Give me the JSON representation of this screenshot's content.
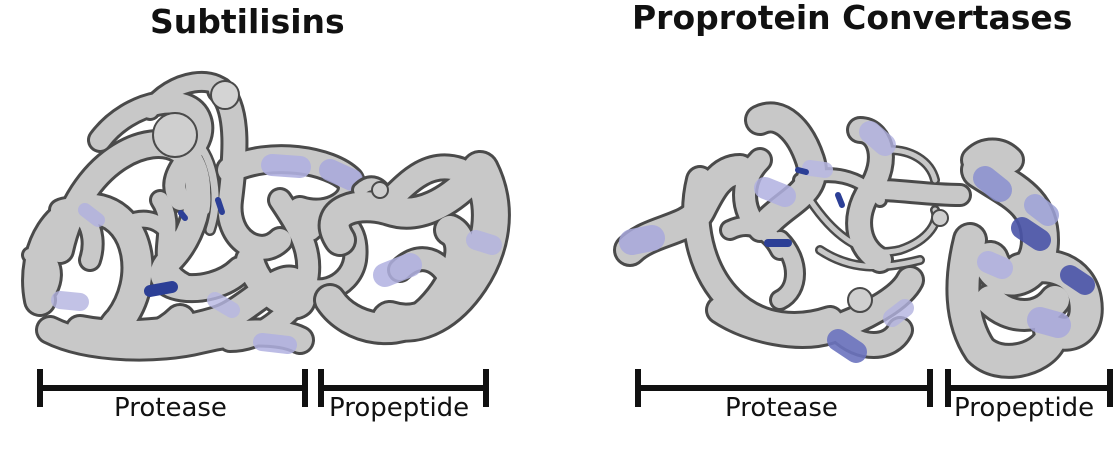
{
  "panels": [
    {
      "title": "Subtilisins",
      "segments": [
        "Protease",
        "Propeptide"
      ]
    },
    {
      "title": "Proprotein Convertases",
      "segments": [
        "Protease",
        "Propeptide"
      ]
    }
  ],
  "colors": {
    "ribbon_fill": "#c8c8c8",
    "ribbon_outline": "#4a4a4a",
    "variation_light": "#b0b0e0",
    "variation_dark": "#2c3f96",
    "scale_bar": "#111111"
  }
}
